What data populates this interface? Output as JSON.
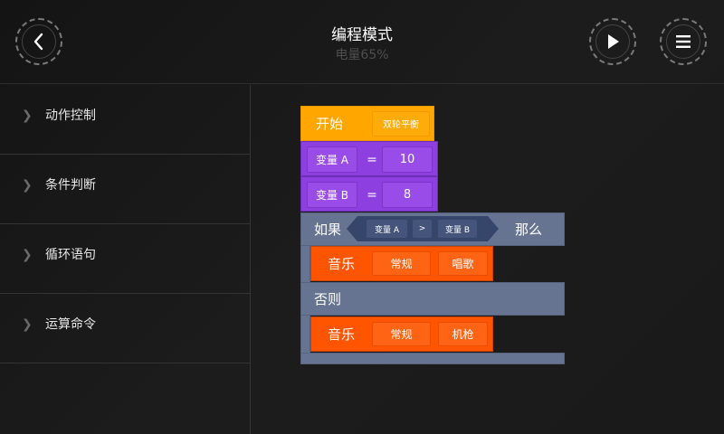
{
  "header": {
    "title": "编程模式",
    "battery": "电量65%",
    "back_icon": "chevron-left-icon",
    "play_icon": "play-icon",
    "menu_icon": "menu-icon"
  },
  "sidebar": {
    "items": [
      {
        "label": "动作控制",
        "icon": "chevron-right-icon"
      },
      {
        "label": "条件判断",
        "icon": "chevron-right-icon"
      },
      {
        "label": "循环语句",
        "icon": "chevron-right-icon"
      },
      {
        "label": "运算命令",
        "icon": "chevron-right-icon"
      }
    ]
  },
  "program": {
    "start": {
      "keyword": "开始",
      "mode": "双轮平衡",
      "color": "#ffa600"
    },
    "variables": [
      {
        "name": "变量 A",
        "op": "=",
        "value": "10",
        "color": "#8e3fe0"
      },
      {
        "name": "变量 B",
        "op": "=",
        "value": "8",
        "color": "#8e3fe0"
      }
    ],
    "if_block": {
      "keyword_if": "如果",
      "condition": {
        "left": "变量 A",
        "op": ">",
        "right": "变量 B"
      },
      "keyword_then": "那么",
      "keyword_else": "否则",
      "color": "#667492",
      "then_action": {
        "keyword": "音乐",
        "style": "常规",
        "track": "唱歌",
        "color": "#ff5500"
      },
      "else_action": {
        "keyword": "音乐",
        "style": "常规",
        "track": "机枪",
        "color": "#ff5500"
      }
    }
  }
}
